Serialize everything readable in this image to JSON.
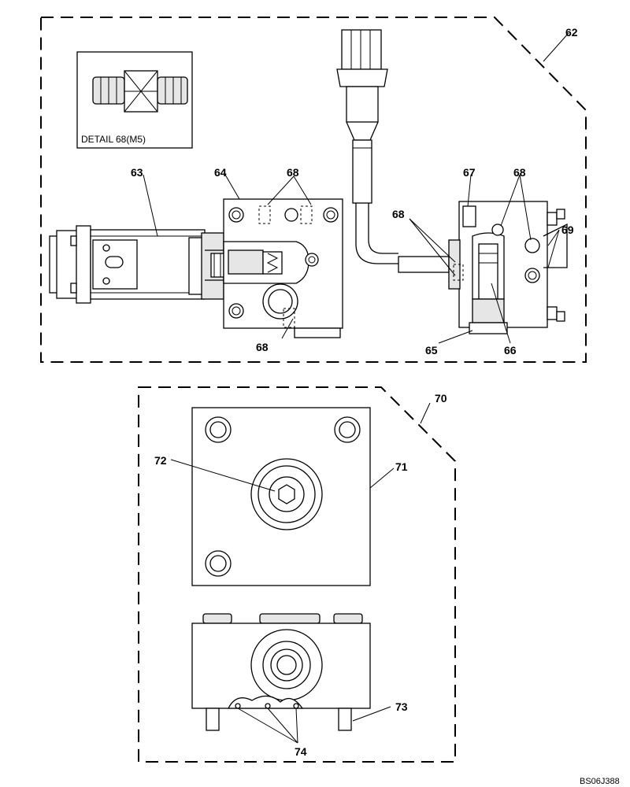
{
  "detail_caption": "DETAIL 68(M5)",
  "drawing_ref": "BS06J388",
  "callouts": {
    "c62": "62",
    "c63": "63",
    "c64": "64",
    "c68_top": "68",
    "c68_bottom": "68",
    "c68_mid": "68",
    "c68_right": "68",
    "c67": "67",
    "c69": "69",
    "c65": "65",
    "c66": "66",
    "c70": "70",
    "c71": "71",
    "c72": "72",
    "c73": "73",
    "c74": "74"
  }
}
